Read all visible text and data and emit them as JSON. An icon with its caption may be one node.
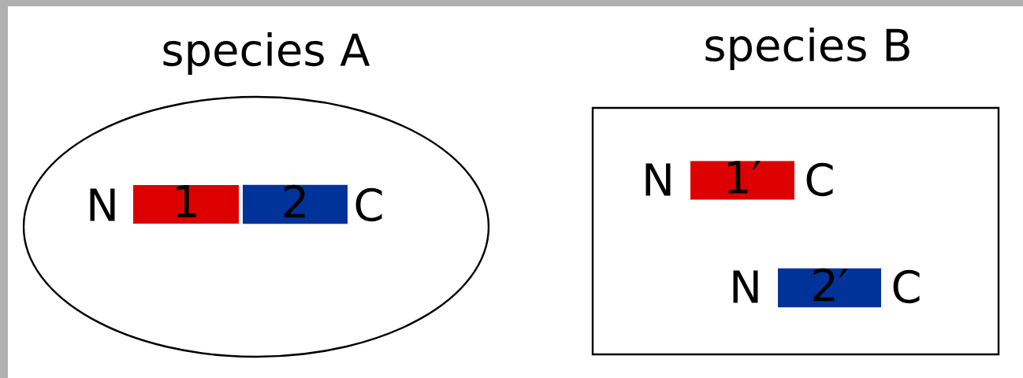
{
  "diagram": {
    "nodes": [
      {
        "text": [
          "species A"
        ]
      },
      {
        "text": [
          "1"
        ],
        "in": 0
      },
      {
        "text": [
          "2"
        ],
        "in": 0
      },
      {
        "text": [
          "species B"
        ]
      },
      {
        "text": [
          "1′"
        ],
        "in": 3
      },
      {
        "text": [
          "2′"
        ],
        "in": 3
      }
    ],
    "labels": [
      "N",
      "C",
      "N",
      "C",
      "N",
      "C"
    ]
  }
}
